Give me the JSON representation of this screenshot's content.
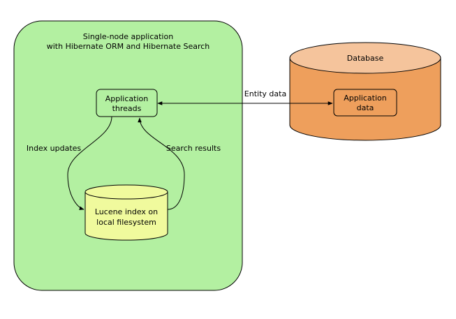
{
  "app_container": {
    "title_line1": "Single-node application",
    "title_line2": "with Hibernate ORM and Hibernate Search",
    "fill": "#b3f0a1"
  },
  "app_threads": {
    "line1": "Application",
    "line2": "threads",
    "fill": "#b3f0a1"
  },
  "lucene_index": {
    "line1": "Lucene index on",
    "line2": "local filesystem",
    "fill": "#f0fa9d"
  },
  "database": {
    "title": "Database",
    "body_fill": "#ee9f5c",
    "top_fill": "#f5c49c"
  },
  "app_data": {
    "line1": "Application",
    "line2": "data"
  },
  "edges": {
    "entity_data": "Entity data",
    "index_updates": "Index updates",
    "search_results": "Search results"
  }
}
